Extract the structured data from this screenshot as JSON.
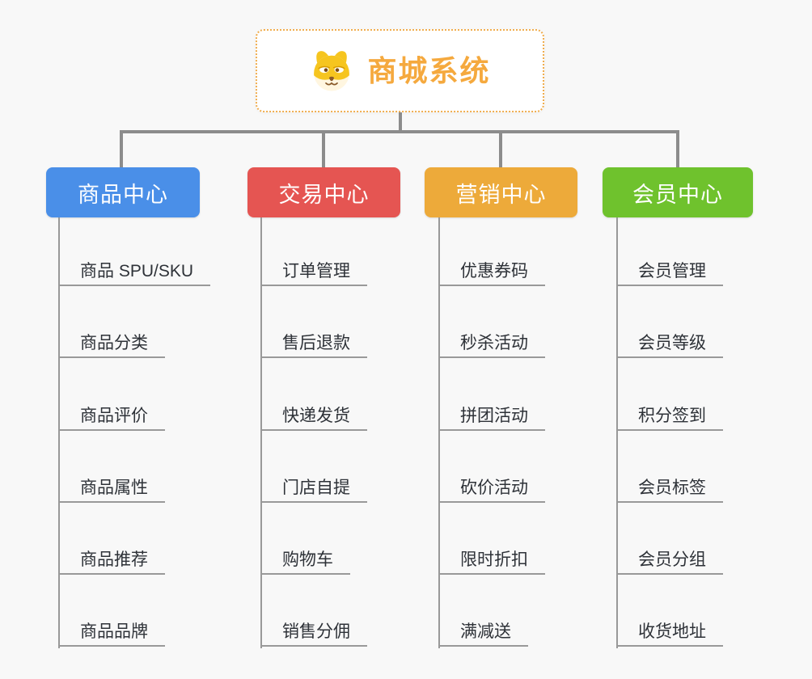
{
  "root": {
    "title": "商城系统",
    "icon": "dog-face",
    "accent_color": "#f5a93e"
  },
  "connector_color": "#8c8c8c",
  "branches": [
    {
      "label": "商品中心",
      "color": "#4a8fe8",
      "items": [
        "商品 SPU/SKU",
        "商品分类",
        "商品评价",
        "商品属性",
        "商品推荐",
        "商品品牌"
      ]
    },
    {
      "label": "交易中心",
      "color": "#e55552",
      "items": [
        "订单管理",
        "售后退款",
        "快递发货",
        "门店自提",
        "购物车",
        "销售分佣"
      ]
    },
    {
      "label": "营销中心",
      "color": "#edaa3a",
      "items": [
        "优惠券码",
        "秒杀活动",
        "拼团活动",
        "砍价活动",
        "限时折扣",
        "满减送"
      ]
    },
    {
      "label": "会员中心",
      "color": "#6fc22d",
      "items": [
        "会员管理",
        "会员等级",
        "积分签到",
        "会员标签",
        "会员分组",
        "收货地址"
      ]
    }
  ]
}
